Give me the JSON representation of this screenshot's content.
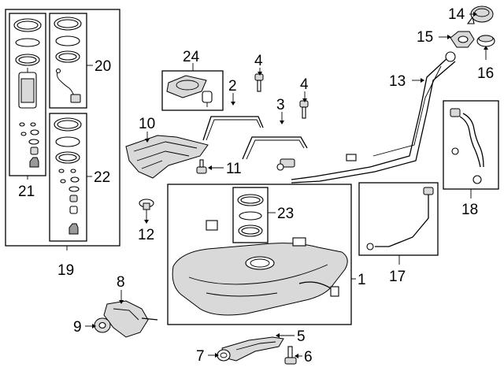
{
  "callouts": [
    {
      "id": "c1",
      "text": "1"
    },
    {
      "id": "c2",
      "text": "2"
    },
    {
      "id": "c3",
      "text": "3"
    },
    {
      "id": "c4a",
      "text": "4"
    },
    {
      "id": "c4b",
      "text": "4"
    },
    {
      "id": "c5",
      "text": "5"
    },
    {
      "id": "c6",
      "text": "6"
    },
    {
      "id": "c7",
      "text": "7"
    },
    {
      "id": "c8",
      "text": "8"
    },
    {
      "id": "c9",
      "text": "9"
    },
    {
      "id": "c10",
      "text": "10"
    },
    {
      "id": "c11",
      "text": "11"
    },
    {
      "id": "c12",
      "text": "12"
    },
    {
      "id": "c13",
      "text": "13"
    },
    {
      "id": "c14",
      "text": "14"
    },
    {
      "id": "c15",
      "text": "15"
    },
    {
      "id": "c16",
      "text": "16"
    },
    {
      "id": "c17",
      "text": "17"
    },
    {
      "id": "c18",
      "text": "18"
    },
    {
      "id": "c19",
      "text": "19"
    },
    {
      "id": "c20",
      "text": "20"
    },
    {
      "id": "c21",
      "text": "21"
    },
    {
      "id": "c22",
      "text": "22"
    },
    {
      "id": "c23",
      "text": "23"
    },
    {
      "id": "c24",
      "text": "24"
    }
  ],
  "colors": {
    "line": "#000000",
    "background": "#ffffff",
    "shade": "#d9d9d9"
  }
}
